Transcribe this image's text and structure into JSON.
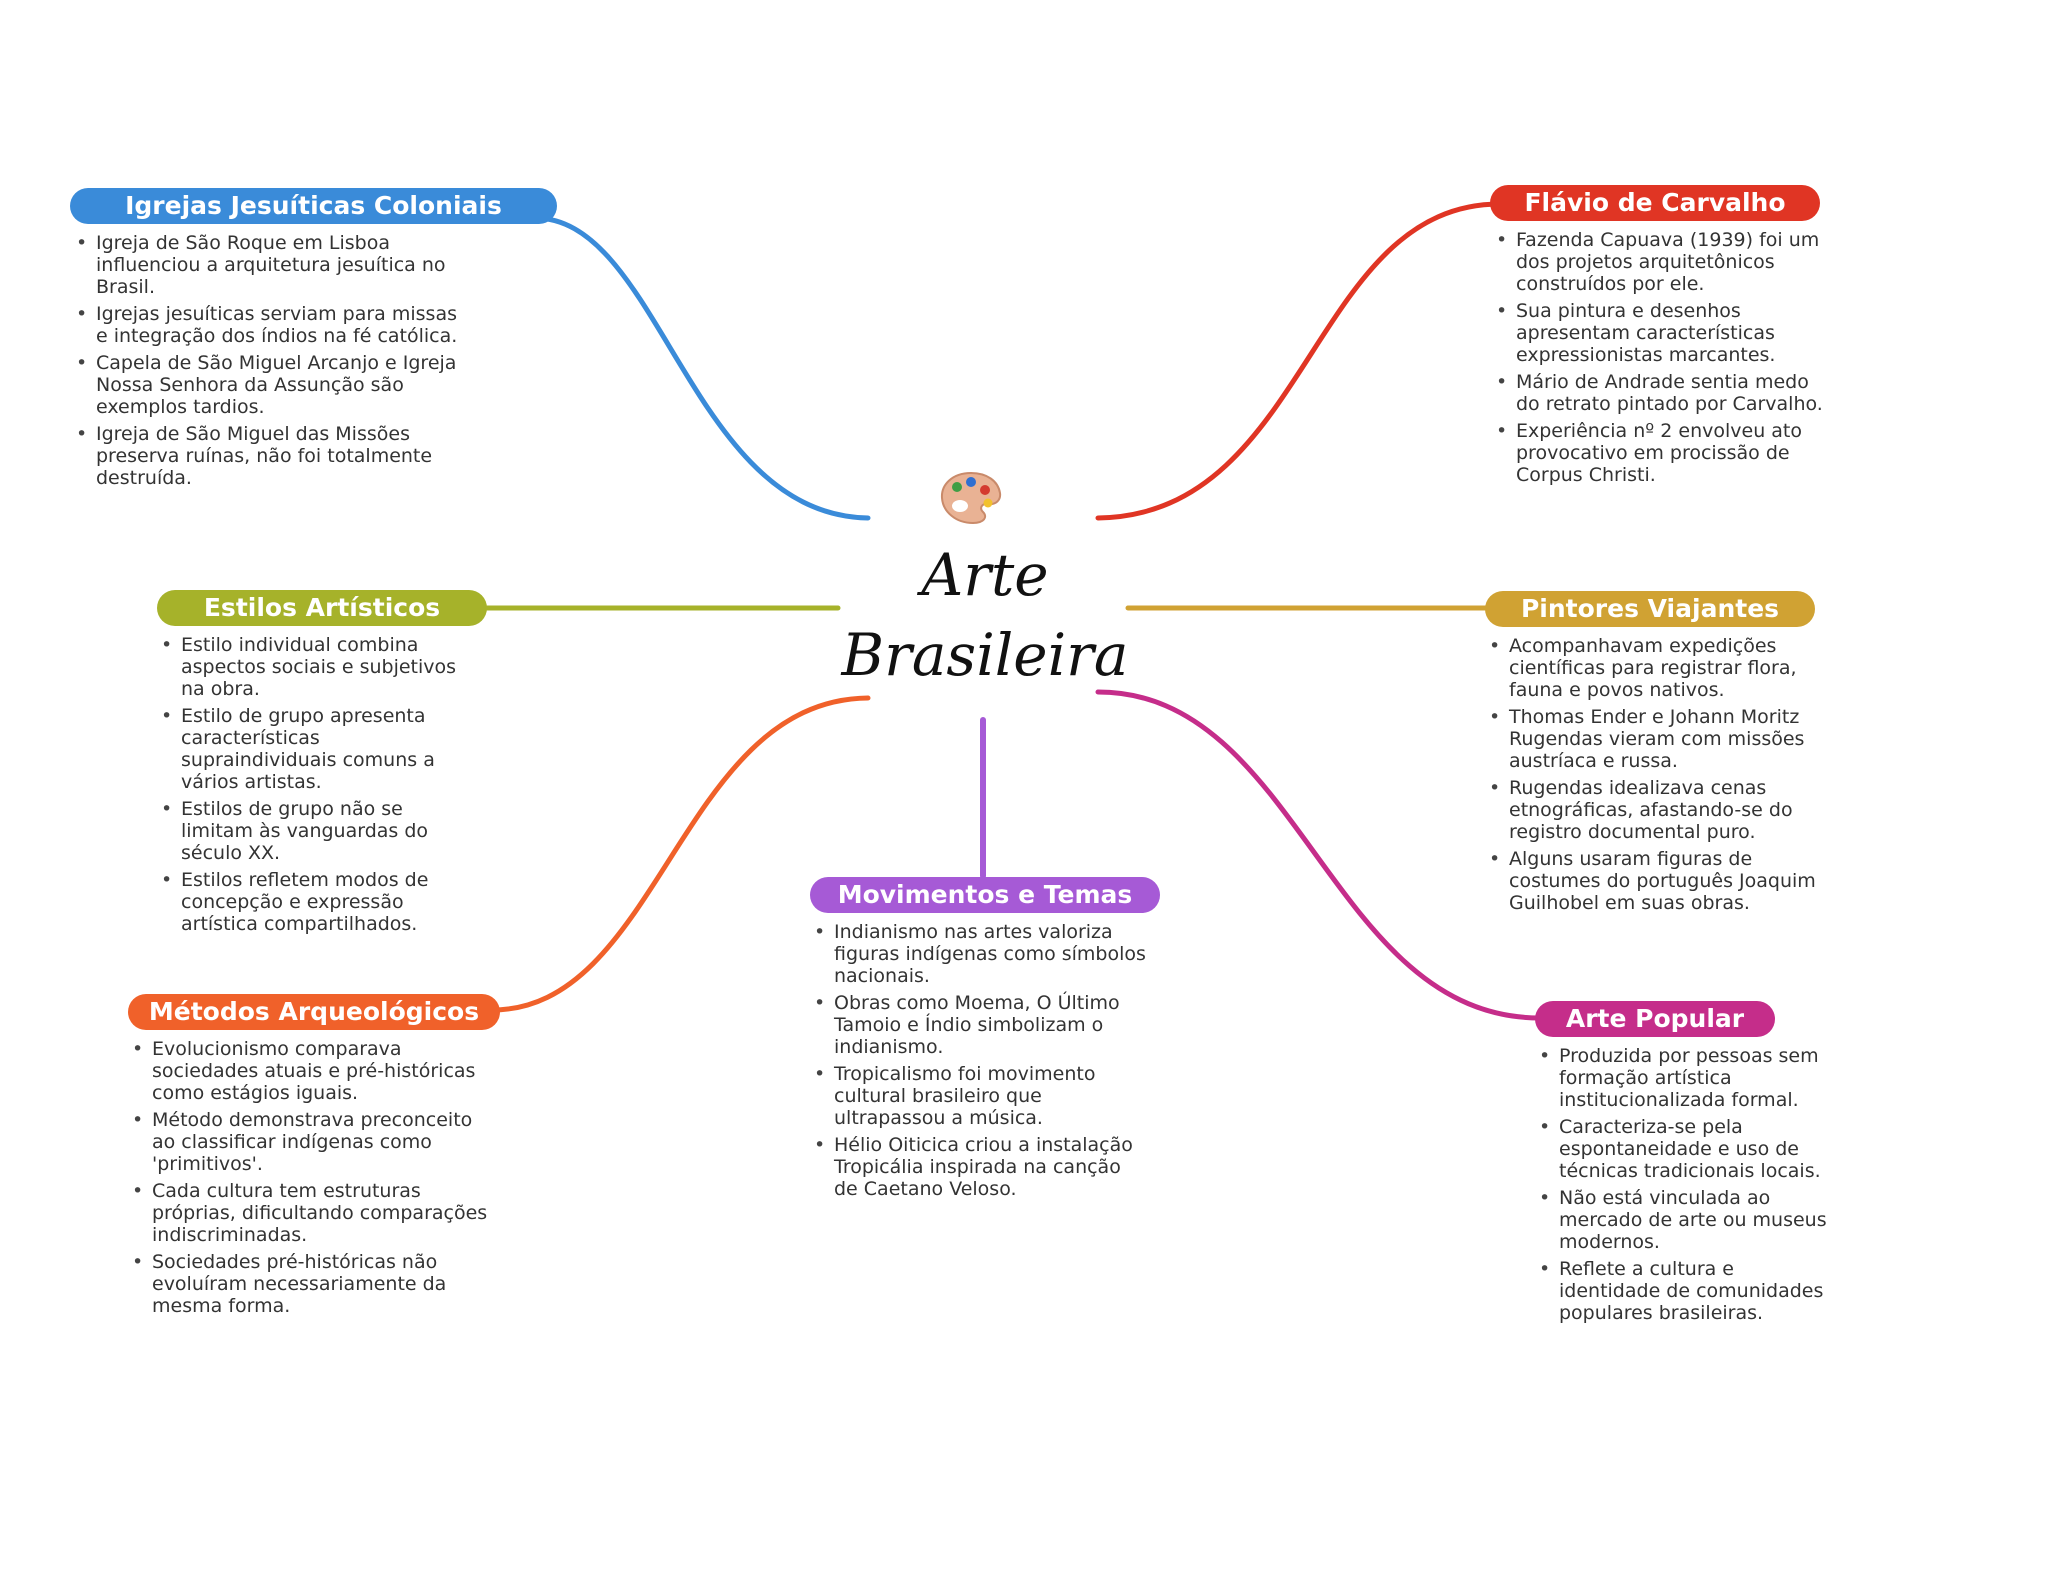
{
  "center": {
    "title_line1": "Arte",
    "title_line2": "Brasileira",
    "icon": "artist-palette-icon"
  },
  "colors": {
    "igrejas": "#3a8bd9",
    "flavio": "#e03524",
    "estilos": "#a6b22a",
    "pintores": "#d0a233",
    "metodos": "#f0612a",
    "movimentos": "#a65ad6",
    "popular": "#c52d8a"
  },
  "branches": {
    "igrejas": {
      "title": "Igrejas Jesuíticas Coloniais",
      "items": [
        "Igreja de São Roque em Lisboa influenciou a arquitetura jesuítica no Brasil.",
        "Igrejas jesuíticas serviam para missas e integração dos índios na fé católica.",
        "Capela de São Miguel Arcanjo e Igreja Nossa Senhora da Assunção são exemplos tardios.",
        "Igreja de São Miguel das Missões preserva ruínas, não foi totalmente destruída."
      ]
    },
    "flavio": {
      "title": "Flávio de Carvalho",
      "items": [
        "Fazenda Capuava (1939) foi um dos projetos arquitetônicos construídos por ele.",
        "Sua pintura e desenhos apresentam características expressionistas marcantes.",
        "Mário de Andrade sentia medo do retrato pintado por Carvalho.",
        "Experiência nº 2 envolveu ato provocativo em procissão de Corpus Christi."
      ]
    },
    "estilos": {
      "title": "Estilos Artísticos",
      "items": [
        "Estilo individual combina aspectos sociais e subjetivos na obra.",
        "Estilo de grupo apresenta características supraindividuais comuns a vários artistas.",
        "Estilos de grupo não se limitam às vanguardas do século XX.",
        "Estilos refletem modos de concepção e expressão artística compartilhados."
      ]
    },
    "pintores": {
      "title": "Pintores Viajantes",
      "items": [
        "Acompanhavam expedições científicas para registrar flora, fauna e povos nativos.",
        "Thomas Ender e Johann Moritz Rugendas vieram com missões austríaca e russa.",
        "Rugendas idealizava cenas etnográficas, afastando-se do registro documental puro.",
        "Alguns usaram figuras de costumes do português Joaquim Guilhobel em suas obras."
      ]
    },
    "metodos": {
      "title": "Métodos Arqueológicos",
      "items": [
        "Evolucionismo comparava sociedades atuais e pré-históricas como estágios iguais.",
        "Método demonstrava preconceito ao classificar indígenas como 'primitivos'.",
        "Cada cultura tem estruturas próprias, dificultando comparações indiscriminadas.",
        "Sociedades pré-históricas não evoluíram necessariamente da mesma forma."
      ]
    },
    "movimentos": {
      "title": "Movimentos e Temas",
      "items": [
        "Indianismo nas artes valoriza figuras indígenas como símbolos nacionais.",
        "Obras como Moema, O Último Tamoio e Índio simbolizam o indianismo.",
        "Tropicalismo foi movimento cultural brasileiro que ultrapassou a música.",
        "Hélio Oiticica criou a instalação Tropicália inspirada na canção de Caetano Veloso."
      ]
    },
    "popular": {
      "title": "Arte Popular",
      "items": [
        "Produzida por pessoas sem formação artística institucionalizada formal.",
        "Caracteriza-se pela espontaneidade e uso de técnicas tradicionais locais.",
        "Não está vinculada ao mercado de arte ou museus modernos.",
        "Reflete a cultura e identidade de comunidades populares brasileiras."
      ]
    }
  }
}
